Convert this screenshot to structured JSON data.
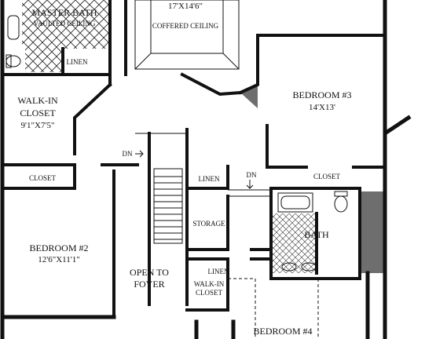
{
  "colors": {
    "ink": "#111111",
    "fill_dark": "#6e6e6e",
    "hatch": "#222222",
    "background": "#ffffff"
  },
  "labels": {
    "master_bath": "MASTER BATH",
    "vaulted": "VAULTED CEILING",
    "master_dims": "17'X14'6\"",
    "coffered": "COFFERED CEILING",
    "linen_1": "LINEN",
    "walkin_1": "WALK-IN",
    "closet_word": "CLOSET",
    "walkin_1_dims": "9'1\"X7'5\"",
    "bedroom3": "BEDROOM #3",
    "bedroom3_dims": "14'X13'",
    "dn_1": "DN",
    "dn_2": "DN",
    "closet_left": "CLOSET",
    "closet_right": "CLOSET",
    "linen_2": "LINEN",
    "storage": "STORAGE",
    "bath": "BATH",
    "bedroom2": "BEDROOM #2",
    "bedroom2_dims": "12'6\"X11'1\"",
    "open_to": "OPEN TO",
    "foyer": "FOYER",
    "linen_3": "LINEN",
    "walkin_2": "WALK-IN",
    "closet_2": "CLOSET",
    "bedroom4": "BEDROOM #4"
  }
}
